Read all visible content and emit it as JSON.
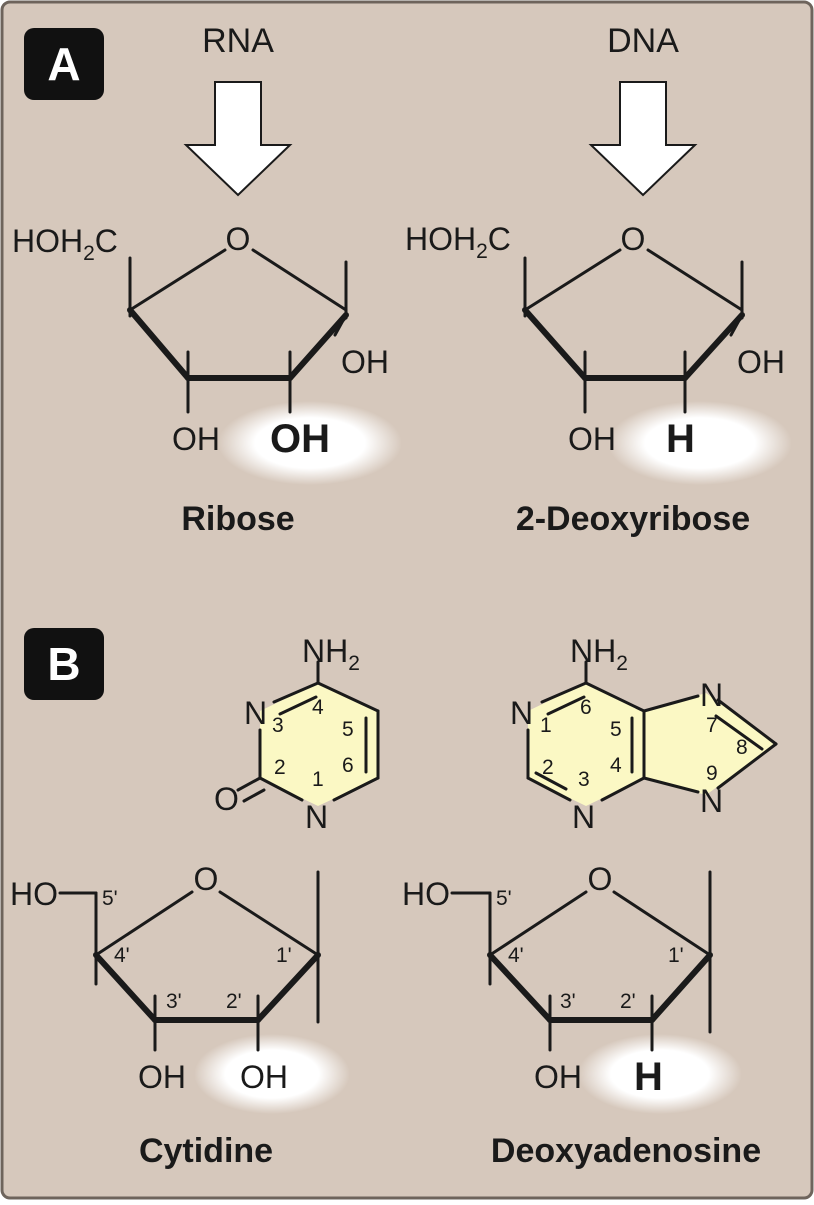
{
  "panel_a": {
    "letter": "A",
    "rna_label": "RNA",
    "dna_label": "DNA",
    "ribose": {
      "name": "Ribose",
      "ring_o": "O",
      "hoh2c_prefix": "HOH",
      "hoh2c_sub": "2",
      "hoh2c_suffix": "C",
      "oh_c1": "OH",
      "oh_c3": "OH",
      "oh_c2": "OH"
    },
    "deoxyribose": {
      "name": "2-Deoxyribose",
      "ring_o": "O",
      "hoh2c_prefix": "HOH",
      "hoh2c_sub": "2",
      "hoh2c_suffix": "C",
      "oh_c1": "OH",
      "oh_c3": "OH",
      "h_c2": "H"
    }
  },
  "panel_b": {
    "letter": "B",
    "cytidine": {
      "name": "Cytidine",
      "nh2_prefix": "NH",
      "nh2_sub": "2",
      "n3": "N",
      "n1": "N",
      "o2": "O",
      "ring_numbers": [
        "3",
        "4",
        "5",
        "2",
        "1",
        "6"
      ],
      "sugar_o": "O",
      "ho": "HO",
      "primes": [
        "5'",
        "4'",
        "3'",
        "2'",
        "1'"
      ],
      "oh_3": "OH",
      "oh_2": "OH"
    },
    "deoxyadenosine": {
      "name": "Deoxyadenosine",
      "nh2_prefix": "NH",
      "nh2_sub": "2",
      "n1": "N",
      "n3": "N",
      "n7": "N",
      "n9": "N",
      "ring_numbers": [
        "1",
        "6",
        "5",
        "2",
        "3",
        "4",
        "7",
        "8",
        "9"
      ],
      "sugar_o": "O",
      "ho": "HO",
      "primes": [
        "5'",
        "4'",
        "3'",
        "2'",
        "1'"
      ],
      "oh_3": "OH",
      "h_2": "H"
    }
  },
  "colors": {
    "background": "#d6c8bc",
    "ring_fill": "#fbf8c4",
    "panel_badge": "#111111",
    "highlight": "#ffffff"
  }
}
